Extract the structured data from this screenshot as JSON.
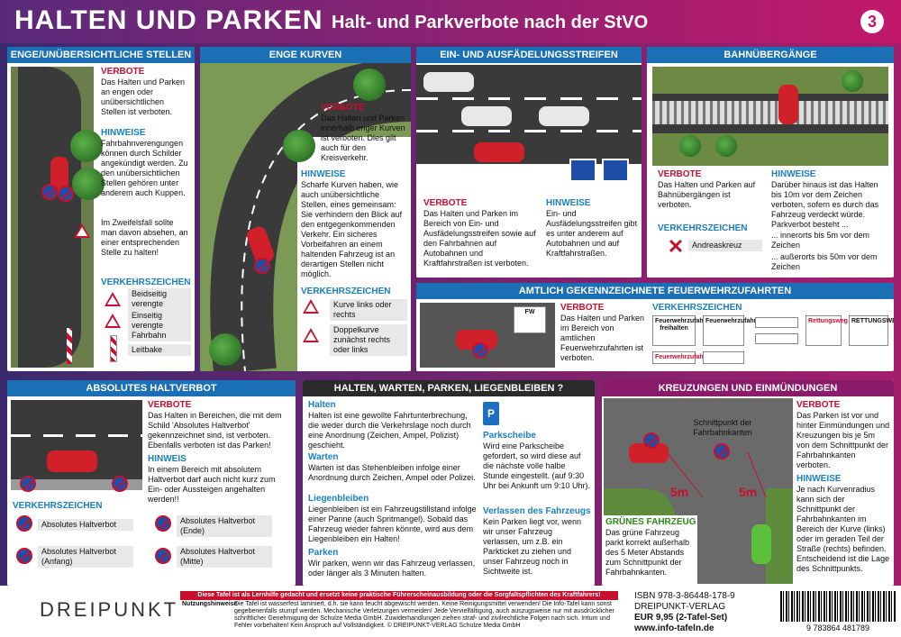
{
  "header": {
    "title": "HALTEN UND PARKEN",
    "subtitle": "Halt- und Parkverbote nach der StVO",
    "number": "3"
  },
  "p1": {
    "title": "ENGE/UNÜBERSICHTLICHE STELLEN",
    "verbote_h": "VERBOTE",
    "verbote": "Das Halten und Parken an engen oder unübersichtlichen Stellen ist verboten.",
    "hinweise_h": "HINWEISE",
    "hinweise": "Fahrbahnverengungen können durch Schilder angekündigt werden. Zu den unübersichtlichen Stellen gehören unter anderem auch Kuppen.",
    "hinweise2": "Im Zweifelsfall sollte man davon absehen, an einer entsprechenden Stelle zu halten!",
    "vz_h": "VERKEHRSZEICHEN",
    "s1": "Beidseitig verengte Fahrbahn",
    "s2": "Einseitig verengte Fahrbahn",
    "s3": "Leitbake"
  },
  "p2": {
    "title": "ENGE KURVEN",
    "verbote_h": "VERBOTE",
    "verbote": "Das Halten und Parken innerhalb enger Kurven ist verboten. Dies gilt auch für den Kreisverkehr.",
    "hinweise_h": "HINWEISE",
    "hinweise": "Scharfe Kurven haben, wie auch unübersichtliche Stellen, eines gemeinsam: Sie verhindern den Blick auf den entgegenkommenden Verkehr. Ein sicheres Vorbeifahren an einem haltenden Fahrzeug ist an derartigen Stellen nicht möglich.",
    "vz_h": "VERKEHRSZEICHEN",
    "s1": "Kurve links oder rechts",
    "s2": "Doppelkurve zunächst rechts oder links"
  },
  "p3": {
    "title": "EIN- UND AUSFÄDELUNGSSTREIFEN",
    "verbote_h": "VERBOTE",
    "verbote": "Das Halten und Parken im Bereich von Ein- und Ausfädelungsstreifen sowie auf den Fahrbahnen auf Autobahnen und Kraftfahrstraßen ist verboten.",
    "hinweise_h": "HINWEISE",
    "hinweise": "Ein- und Ausfädelungsstreifen gibt es unter anderem auf Autobahnen und auf Kraftfahrstraßen."
  },
  "p4": {
    "title": "BAHNÜBERGÄNGE",
    "verbote_h": "VERBOTE",
    "verbote": "Das Halten und Parken auf Bahnübergängen ist verboten.",
    "vz_h": "VERKEHRSZEICHEN",
    "s1": "Andreaskreuz",
    "hinweise_h": "HINWEISE",
    "hinweise": "Darüber hinaus ist das Halten bis 10m vor dem Zeichen verboten, sofern es durch das Fahrzeug verdeckt würde. Parkverbot besteht ...",
    "b1": "... innerorts bis 5m vor dem Zeichen",
    "b2": "... außerorts bis 50m vor dem Zeichen"
  },
  "p5": {
    "title": "AMTLICH GEKENNZEICHNETE FEUERWEHRZUFAHRTEN",
    "verbote_h": "VERBOTE",
    "verbote": "Das Halten und Parken im Bereich von amtlichen Feuerwehrzufahrten ist verboten.",
    "vz_h": "VERKEHRSZEICHEN",
    "sg1": "Feuerwehrzufahrt freihalten",
    "sg2": "Feuerwehrzufahrt",
    "sg3": "Rettungsweg",
    "sg4": "RETTUNGSWEG",
    "sg5": "Feuerwehrzufahrt"
  },
  "p6": {
    "title": "ABSOLUTES HALTVERBOT",
    "verbote_h": "VERBOTE",
    "verbote": "Das Halten in Bereichen, die mit dem Schild 'Absolutes Haltverbot' gekennzeichnet sind, ist verboten. Ebenfalls verboten ist das Parken!",
    "hinweis_h": "HINWEIS",
    "hinweis": "In einem Bereich mit absolutem Haltverbot darf auch nicht kurz zum Ein- oder Aussteigen angehalten werden!!",
    "vz_h": "VERKEHRSZEICHEN",
    "s1": "Absolutes Haltverbot",
    "s2": "Absolutes Haltverbot (Ende)",
    "s3": "Absolutes Haltverbot (Anfang)",
    "s4": "Absolutes Haltverbot (Mitte)"
  },
  "p7": {
    "title": "HALTEN, WARTEN, PARKEN, LIEGENBLEIBEN ?",
    "h1": "Halten",
    "t1": "Halten ist eine gewollte Fahrtunterbrechung, die weder durch die Verkehrslage noch durch eine Anordnung (Zeichen, Ampel, Polizist) geschieht.",
    "h2": "Warten",
    "t2": "Warten ist das Stehenbleiben infolge einer Anordnung durch Zeichen, Ampel oder Polizei.",
    "h3": "Liegenbleiben",
    "t3": "Liegenbleiben ist ein Fahrzeugstillstand infolge einer Panne (auch Spritmangel). Sobald das Fahrzeug wieder fahren könnte, wird aus dem Liegenbleiben ein Halten!",
    "h4": "Parken",
    "t4": "Wir parken, wenn wir das Fahrzeug verlassen, oder länger als 3 Minuten halten.",
    "h5": "Parkscheibe",
    "t5": "Wird eine Parkscheibe gefordert, so wird diese auf die nächste volle halbe Stunde eingestellt. (auf 9:30 Uhr bei Ankunft um 9:10 Uhr).",
    "h6": "Verlassen des Fahrzeugs",
    "t6": "Kein Parken liegt vor, wenn wir unser Fahrzeug verlassen, um z.B. ein Parkticket zu ziehen und unser Fahrzeug noch in Sichtweite ist."
  },
  "p8": {
    "title": "KREUZUNGEN UND EINMÜNDUNGEN",
    "schnitt": "Schnittpunkt der Fahrbahnkanten",
    "m1": "5m",
    "m2": "5m",
    "gruen_h": "GRÜNES FAHRZEUG",
    "gruen": "Das grüne Fahrzeug parkt korrekt außerhalb des 5 Meter Abstands zum Schnittpunkt der Fahrbahnkanten.",
    "verbote_h": "VERBOTE",
    "verbote": "Das Parken ist vor und hinter Einmündungen und Kreuzungen bis je 5m von dem Schnittpunkt der Fahrbahnkanten verboten.",
    "hinweise_h": "HINWEISE",
    "hinweise": "Je nach Kurvenradius kann sich der Schnittpunkt der Fahrbahnkanten im Bereich der Kurve (links) oder im geraden Teil der Straße (rechts) befinden. Entscheidend ist die Lage des Schnittpunkts."
  },
  "footer": {
    "brand": "DREIPUNKT",
    "disclaimer": "Diese Tafel ist als Lernhilfe gedacht und ersetzt keine praktische Führerscheinausbildung oder die Sorgfaltspflichten des Kraftfahrers!",
    "notes_h": "Nutzungshinweise",
    "notes": "Die Tafel ist wasserfest laminiert, d.h. sie kann feucht abgewischt werden. Keine Reinigungsmittel verwenden! Die Info-Tafel kann sonst gegebenenfalls stumpf werden. Mechanische Verletzungen vermeiden! Jede Vervielfältigung, auch auszugsweise nur mit ausdrücklicher schriftlicher Genehmigung der Schulze Media GmbH. Zuwiderhandlungen ziehen straf- und zivilrechtliche Folgen nach sich. Irrtum und Fehler vorbehalten! Kein Anspruch auf Vollständigkeit. © DREIPUNKT-VERLAG Schulze Media GmbH",
    "isbn": "ISBN  978-3-86448-178-9",
    "verlag": "DREIPUNKT-VERLAG",
    "price": "EUR 9,95  (2-Tafel-Set)",
    "web": "www.info-tafeln.de",
    "barcode": "9 783864 481789"
  }
}
